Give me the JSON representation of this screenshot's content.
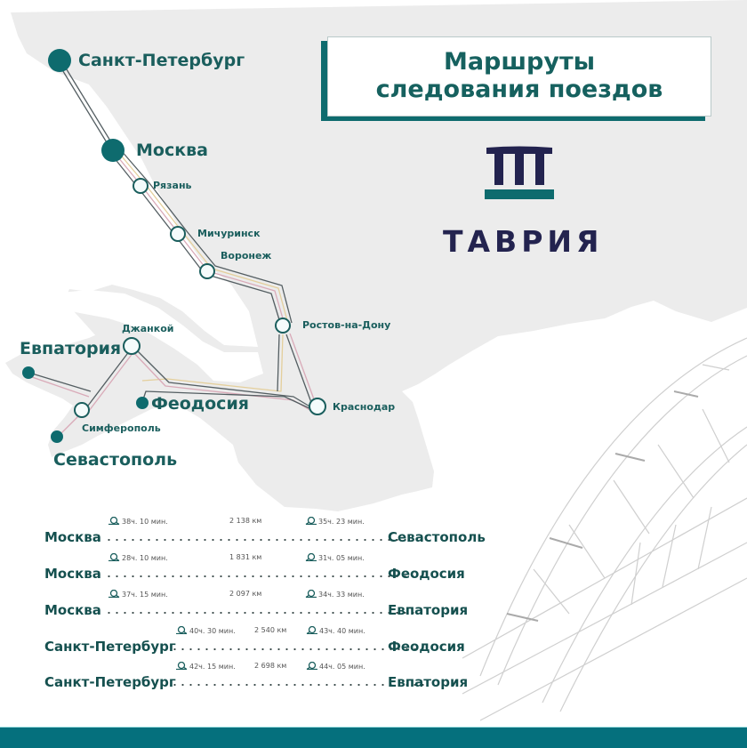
{
  "header": {
    "title_line1": "Маршруты",
    "title_line2": "следования поездов"
  },
  "brand": {
    "logo_icon": "bridge-columns-icon",
    "name": "ТАВРИЯ",
    "colors": {
      "navy": "#23234f",
      "teal": "#0e6b6e"
    }
  },
  "map": {
    "colors": {
      "land": "#ececec",
      "station_fill": "#0e6b6e",
      "station_hollow_stroke": "#1a5e5d",
      "line_dark": "#545e62",
      "line_pink": "#d9aab8",
      "line_yellow": "#e4cf9c"
    },
    "stations": {
      "spb": "Санкт-Петербург",
      "moscow": "Москва",
      "ryazan": "Рязань",
      "michurinsk": "Мичуринск",
      "voronezh": "Воронеж",
      "rostov": "Ростов-на-Дону",
      "krasnodar": "Краснодар",
      "dzhankoy": "Джанкой",
      "evpatoria": "Евпатория",
      "simferopol": "Симферополь",
      "sevastopol": "Севастополь",
      "feodosia": "Феодосия"
    }
  },
  "routes": [
    {
      "from": "Москва",
      "to": "Севастополь",
      "time_there": "38ч. 10 мин.",
      "distance": "2 138 км",
      "time_back": "35ч. 23 мин."
    },
    {
      "from": "Москва",
      "to": "Феодосия",
      "time_there": "28ч. 10 мин.",
      "distance": "1 831 км",
      "time_back": "31ч. 05 мин."
    },
    {
      "from": "Москва",
      "to": "Евпатория",
      "time_there": "37ч. 15 мин.",
      "distance": "2 097 км",
      "time_back": "34ч. 33 мин."
    },
    {
      "from": "Санкт-Петербург",
      "to": "Феодосия",
      "time_there": "40ч. 30 мин.",
      "distance": "2 540 км",
      "time_back": "43ч. 40 мин."
    },
    {
      "from": "Санкт-Петербург",
      "to": "Евпатория",
      "time_there": "42ч. 15 мин.",
      "distance": "2 698 км",
      "time_back": "44ч. 05 мин."
    }
  ],
  "footer": {
    "color": "#05707d"
  }
}
